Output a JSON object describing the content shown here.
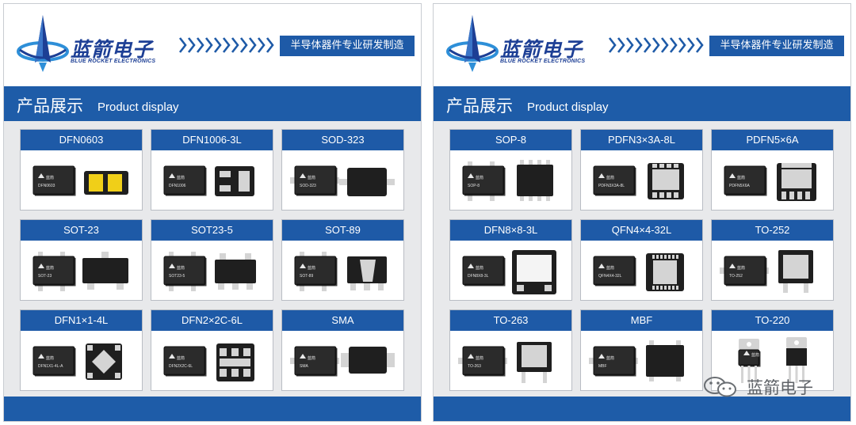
{
  "brand": {
    "name_cn": "蓝箭电子",
    "name_en": "BLUE ROCKET ELECTRONICS",
    "slogan": "半导体器件专业研发制造"
  },
  "section": {
    "title_cn": "产品展示",
    "title_en": "Product display"
  },
  "colors": {
    "brand_blue": "#1e5ca8",
    "title_blue": "#1d3f95",
    "content_gray": "#e8e9eb",
    "package_black": "#1e1e1e",
    "silver": "#d4d4d4"
  },
  "panels": [
    {
      "products": [
        {
          "name": "DFN0603",
          "marking": "DFN0603",
          "pad": "dfn2"
        },
        {
          "name": "DFN1006-3L",
          "marking": "DFN1006",
          "pad": "dfn3"
        },
        {
          "name": "SOD-323",
          "marking": "SOD-323",
          "pad": "sod"
        },
        {
          "name": "SOT-23",
          "marking": "SOT-23",
          "pad": "sot3"
        },
        {
          "name": "SOT23-5",
          "marking": "SOT23-5",
          "pad": "sot5"
        },
        {
          "name": "SOT-89",
          "marking": "SOT-89",
          "pad": "sot89"
        },
        {
          "name": "DFN1×1-4L",
          "marking": "DFN1X1-4L-A",
          "pad": "dfn4"
        },
        {
          "name": "DFN2×2C-6L",
          "marking": "DFN2X2C-6L",
          "pad": "dfn6"
        },
        {
          "name": "SMA",
          "marking": "SMA",
          "pad": "sma"
        }
      ]
    },
    {
      "products": [
        {
          "name": "SOP-8",
          "marking": "SOP-8",
          "pad": "sop8"
        },
        {
          "name": "PDFN3×3A-8L",
          "marking": "PDFN3X3A-8L",
          "pad": "pdfn33"
        },
        {
          "name": "PDFN5×6A",
          "marking": "PDFN5X6A",
          "pad": "pdfn56"
        },
        {
          "name": "DFN8×8-3L",
          "marking": "DFN8X8-3L",
          "pad": "dfn88"
        },
        {
          "name": "QFN4×4-32L",
          "marking": "QFN4X4-32L",
          "pad": "qfn"
        },
        {
          "name": "TO-252",
          "marking": "TO-252",
          "pad": "to252"
        },
        {
          "name": "TO-263",
          "marking": "TO-263",
          "pad": "to263"
        },
        {
          "name": "MBF",
          "marking": "MBF",
          "pad": "mbf"
        },
        {
          "name": "TO-220",
          "marking": "TO-220",
          "pad": "to220"
        }
      ]
    }
  ],
  "watermark": {
    "icon": "wechat-icon",
    "text": "蓝箭电子"
  }
}
